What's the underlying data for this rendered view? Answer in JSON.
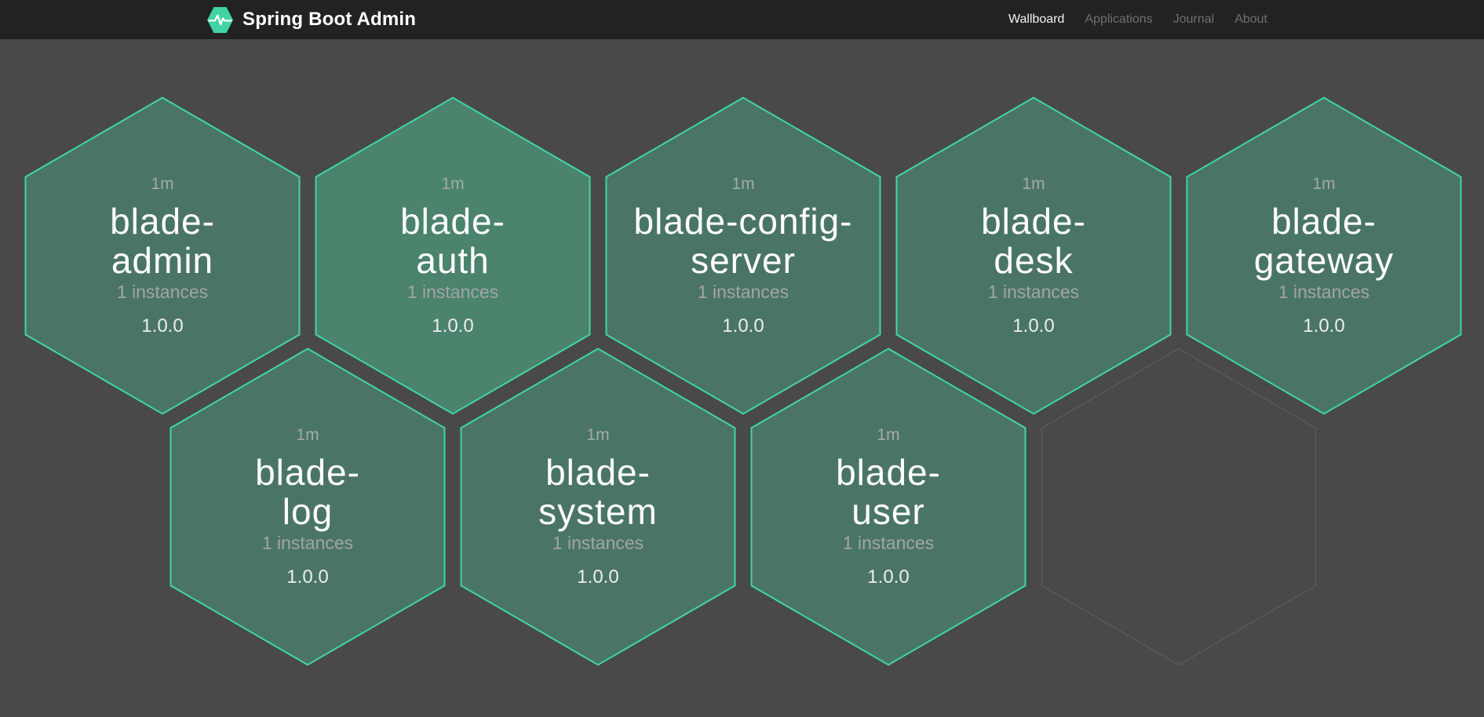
{
  "header": {
    "brand": "Spring Boot Admin",
    "logo_icon": "hexagon-pulse-icon",
    "nav": [
      {
        "label": "Wallboard",
        "active": true
      },
      {
        "label": "Applications",
        "active": false
      },
      {
        "label": "Journal",
        "active": false
      },
      {
        "label": "About",
        "active": false
      }
    ]
  },
  "colors": {
    "page_background": "#4a494a",
    "header_background": "#232223",
    "hexagon_fill_up": "#4a7565",
    "hexagon_fill_highlight": "#4b836c",
    "hexagon_stroke": "#3fd6a4",
    "empty_hexagon_stroke": "#5a5a5a",
    "brand_green": "#42d3a5",
    "name_text": "#ffffff",
    "muted_text": "#a2a6a2"
  },
  "wallboard": {
    "tiles": [
      {
        "type": "app",
        "name": "blade-admin",
        "name_lines": [
          "blade-",
          "admin"
        ],
        "uptime": "1m",
        "instances_label": "1 instances",
        "version": "1.0.0",
        "status": "up",
        "fill": "#4a7565",
        "row": 0,
        "col": 0
      },
      {
        "type": "app",
        "name": "blade-auth",
        "name_lines": [
          "blade-",
          "auth"
        ],
        "uptime": "1m",
        "instances_label": "1 instances",
        "version": "1.0.0",
        "status": "up",
        "fill": "#4b836c",
        "row": 0,
        "col": 1
      },
      {
        "type": "app",
        "name": "blade-config-server",
        "name_lines": [
          "blade-config-",
          "server"
        ],
        "uptime": "1m",
        "instances_label": "1 instances",
        "version": "1.0.0",
        "status": "up",
        "fill": "#4a7565",
        "row": 0,
        "col": 2
      },
      {
        "type": "app",
        "name": "blade-desk",
        "name_lines": [
          "blade-",
          "desk"
        ],
        "uptime": "1m",
        "instances_label": "1 instances",
        "version": "1.0.0",
        "status": "up",
        "fill": "#4a7565",
        "row": 0,
        "col": 3
      },
      {
        "type": "app",
        "name": "blade-gateway",
        "name_lines": [
          "blade-",
          "gateway"
        ],
        "uptime": "1m",
        "instances_label": "1 instances",
        "version": "1.0.0",
        "status": "up",
        "fill": "#4a7565",
        "row": 0,
        "col": 4
      },
      {
        "type": "app",
        "name": "blade-log",
        "name_lines": [
          "blade-",
          "log"
        ],
        "uptime": "1m",
        "instances_label": "1 instances",
        "version": "1.0.0",
        "status": "up",
        "fill": "#4a7565",
        "row": 1,
        "col": 0
      },
      {
        "type": "app",
        "name": "blade-system",
        "name_lines": [
          "blade-",
          "system"
        ],
        "uptime": "1m",
        "instances_label": "1 instances",
        "version": "1.0.0",
        "status": "up",
        "fill": "#4a7565",
        "row": 1,
        "col": 1
      },
      {
        "type": "app",
        "name": "blade-user",
        "name_lines": [
          "blade-",
          "user"
        ],
        "uptime": "1m",
        "instances_label": "1 instances",
        "version": "1.0.0",
        "status": "up",
        "fill": "#4a7565",
        "row": 1,
        "col": 2
      },
      {
        "type": "empty",
        "name": "",
        "name_lines": [],
        "uptime": "",
        "instances_label": "",
        "version": "",
        "status": "",
        "fill": "none",
        "row": 1,
        "col": 3
      }
    ]
  }
}
